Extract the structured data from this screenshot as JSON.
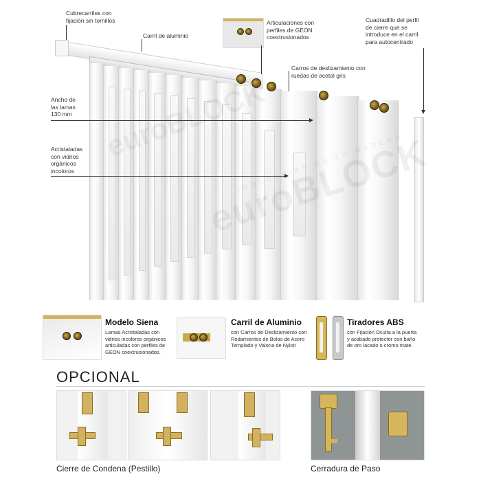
{
  "labels": {
    "cubrecarriles": "Cubrecarriles con\nfijación sin tornillos",
    "carril_aluminio": "Carril de aluminio",
    "articulaciones": "Articulaciones con\nperfiles de GEON\ncoextrusionados",
    "cuadradillo": "Cuadradillo del perfil\nde cierre que se\nintroduce en el carril\npara autocentrado",
    "carros": "Carros de deslizamiento con\nruedas de acetal gris",
    "ancho": "Ancho de\nlas lamas\n130 mm",
    "acristaladas": "Acristaladas\ncon vidrios\norgánicos\nincoloros"
  },
  "watermark": {
    "text1": "INDUSTRIAS DE LA MADERA",
    "text2": "euroBLOCK"
  },
  "features": [
    {
      "title": "Modelo Siena",
      "text": "Lamas Acristaladas con\nvidrios incoloros orgánicos\narticuladas con perfiles de\nGEON coextrusionados."
    },
    {
      "title": "Carril de Aluminio",
      "text": "con Carros de Deslizamiento con\nRodamientos de Bolas de Acero\nTemplado y Valona de Nylon"
    },
    {
      "title": "Tiradores ABS",
      "text": "con Fijación Oculta a la puerta\ny acabado protector con baño\nde oro lacado o cromo mate."
    }
  ],
  "optional": {
    "title": "OPCIONAL",
    "caption_left": "Cierre de Condena (Pestillo)",
    "caption_right": "Cerradura de Paso"
  },
  "colors": {
    "gold": "#c9a94a",
    "line": "#333333",
    "frame": "#ffffff"
  }
}
